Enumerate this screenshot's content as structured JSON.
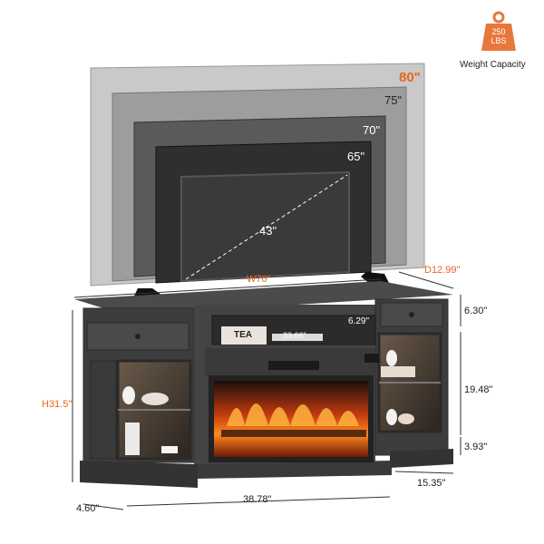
{
  "weight": {
    "capacity_value": "250",
    "capacity_unit": "LBS",
    "caption": "Weight Capacity",
    "icon": "weight-icon",
    "accent_color": "#e8773c"
  },
  "tv_sizes": {
    "s80": "80\"",
    "s75": "75\"",
    "s70": "70\"",
    "s65": "65\"",
    "s43": "43\""
  },
  "dimensions": {
    "width_top": "W70\"",
    "depth_top": "D12.99\"",
    "height": "H31.5\"",
    "drawer": "6.30\"",
    "shelf_opening": "6.29\"",
    "cabinet": "19.48\"",
    "base": "3.93\"",
    "side_depth": "4.60\"",
    "firebox_width": "38.78\"",
    "side_depth2": "15.35\"",
    "shelf_inner": "33.66\""
  },
  "decor": {
    "tea_box": "TEA"
  }
}
